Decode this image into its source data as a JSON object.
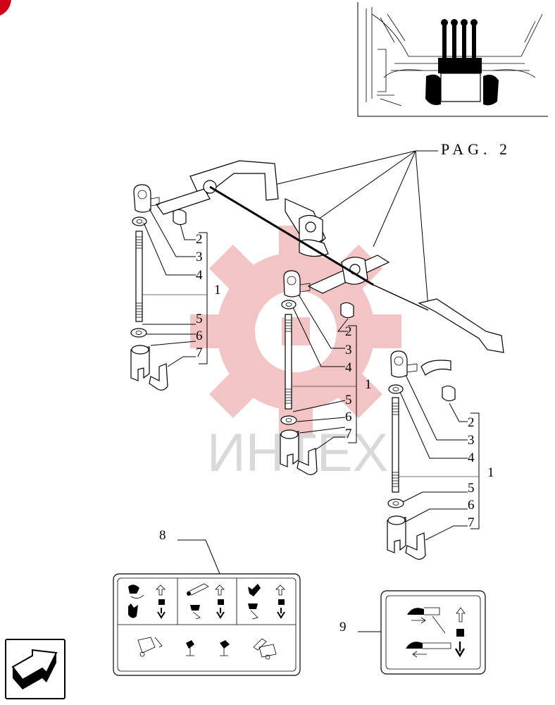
{
  "page_ref": "PAG. 2",
  "watermark": "ИНТЕХ",
  "callouts": {
    "group_a": [
      "2",
      "3",
      "4",
      "1",
      "5",
      "6",
      "7"
    ],
    "group_b": [
      "2",
      "3",
      "4",
      "1",
      "5",
      "6",
      "7"
    ],
    "group_c": [
      "2",
      "3",
      "4",
      "1",
      "5",
      "6",
      "7"
    ],
    "decal_left": "8",
    "decal_right": "9"
  },
  "colors": {
    "watermark_gear": "#f3c4c4",
    "line": "#000000",
    "corner_badge": "#d0021b"
  },
  "icons": {
    "nav": "return-arrow-icon",
    "watermark": "gear-logo-icon"
  }
}
